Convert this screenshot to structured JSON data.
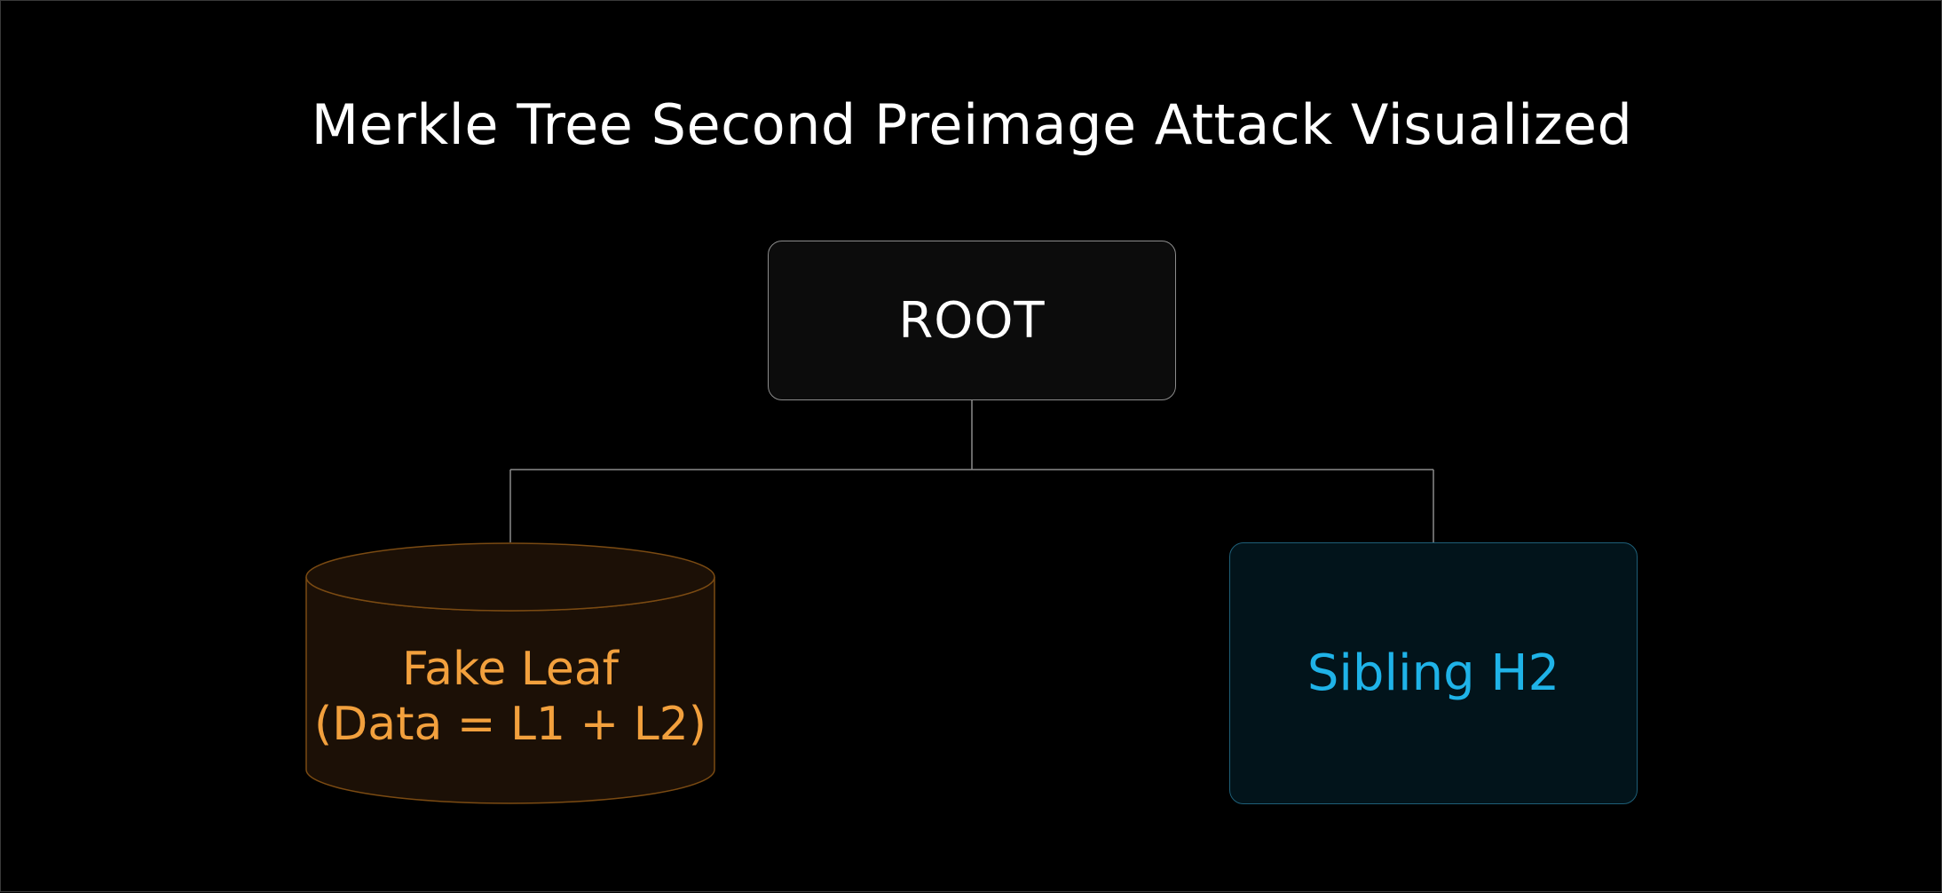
{
  "title": "Merkle Tree Second Preimage Attack Visualized",
  "nodes": {
    "root": {
      "label": "ROOT"
    },
    "fake_leaf": {
      "label_line1": "Fake Leaf",
      "label_line2": "(Data = L1 + L2)",
      "shape": "cylinder"
    },
    "sibling": {
      "label": "Sibling H2"
    }
  },
  "edges": [
    {
      "from": "root",
      "to": "fake_leaf"
    },
    {
      "from": "root",
      "to": "sibling"
    }
  ],
  "colors": {
    "background": "#000000",
    "root_border": "#8c8c8c",
    "connector": "#8a8a8a",
    "fake_leaf_accent": "#f2a03d",
    "fake_leaf_fill": "#1c1006",
    "fake_leaf_stroke": "#7a4a12",
    "sibling_accent": "#1fb3e8",
    "sibling_fill": "#02141b"
  }
}
